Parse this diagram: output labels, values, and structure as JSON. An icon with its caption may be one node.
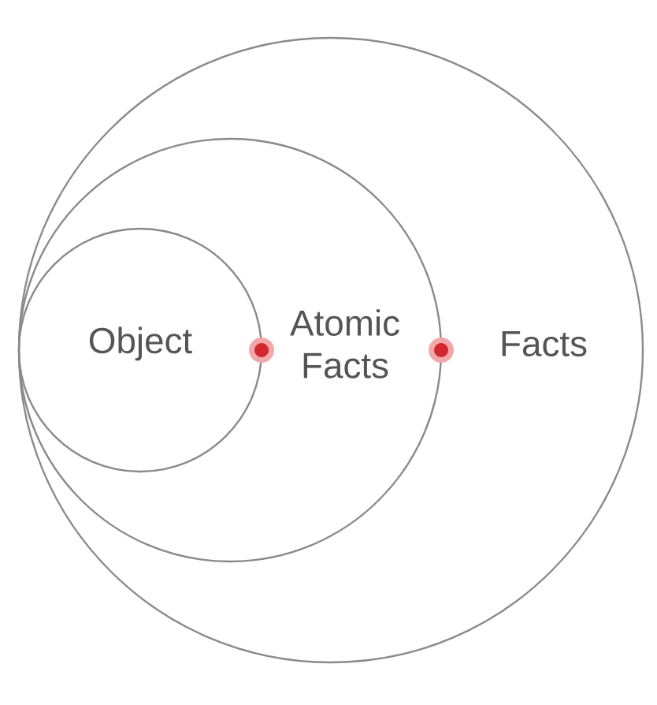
{
  "diagram": {
    "nodes": [
      {
        "text": [
          "Facts"
        ]
      },
      {
        "text": [
          "Atomic Facts"
        ],
        "in": 0
      },
      {
        "text": [
          "Object"
        ],
        "in": 1
      }
    ]
  }
}
